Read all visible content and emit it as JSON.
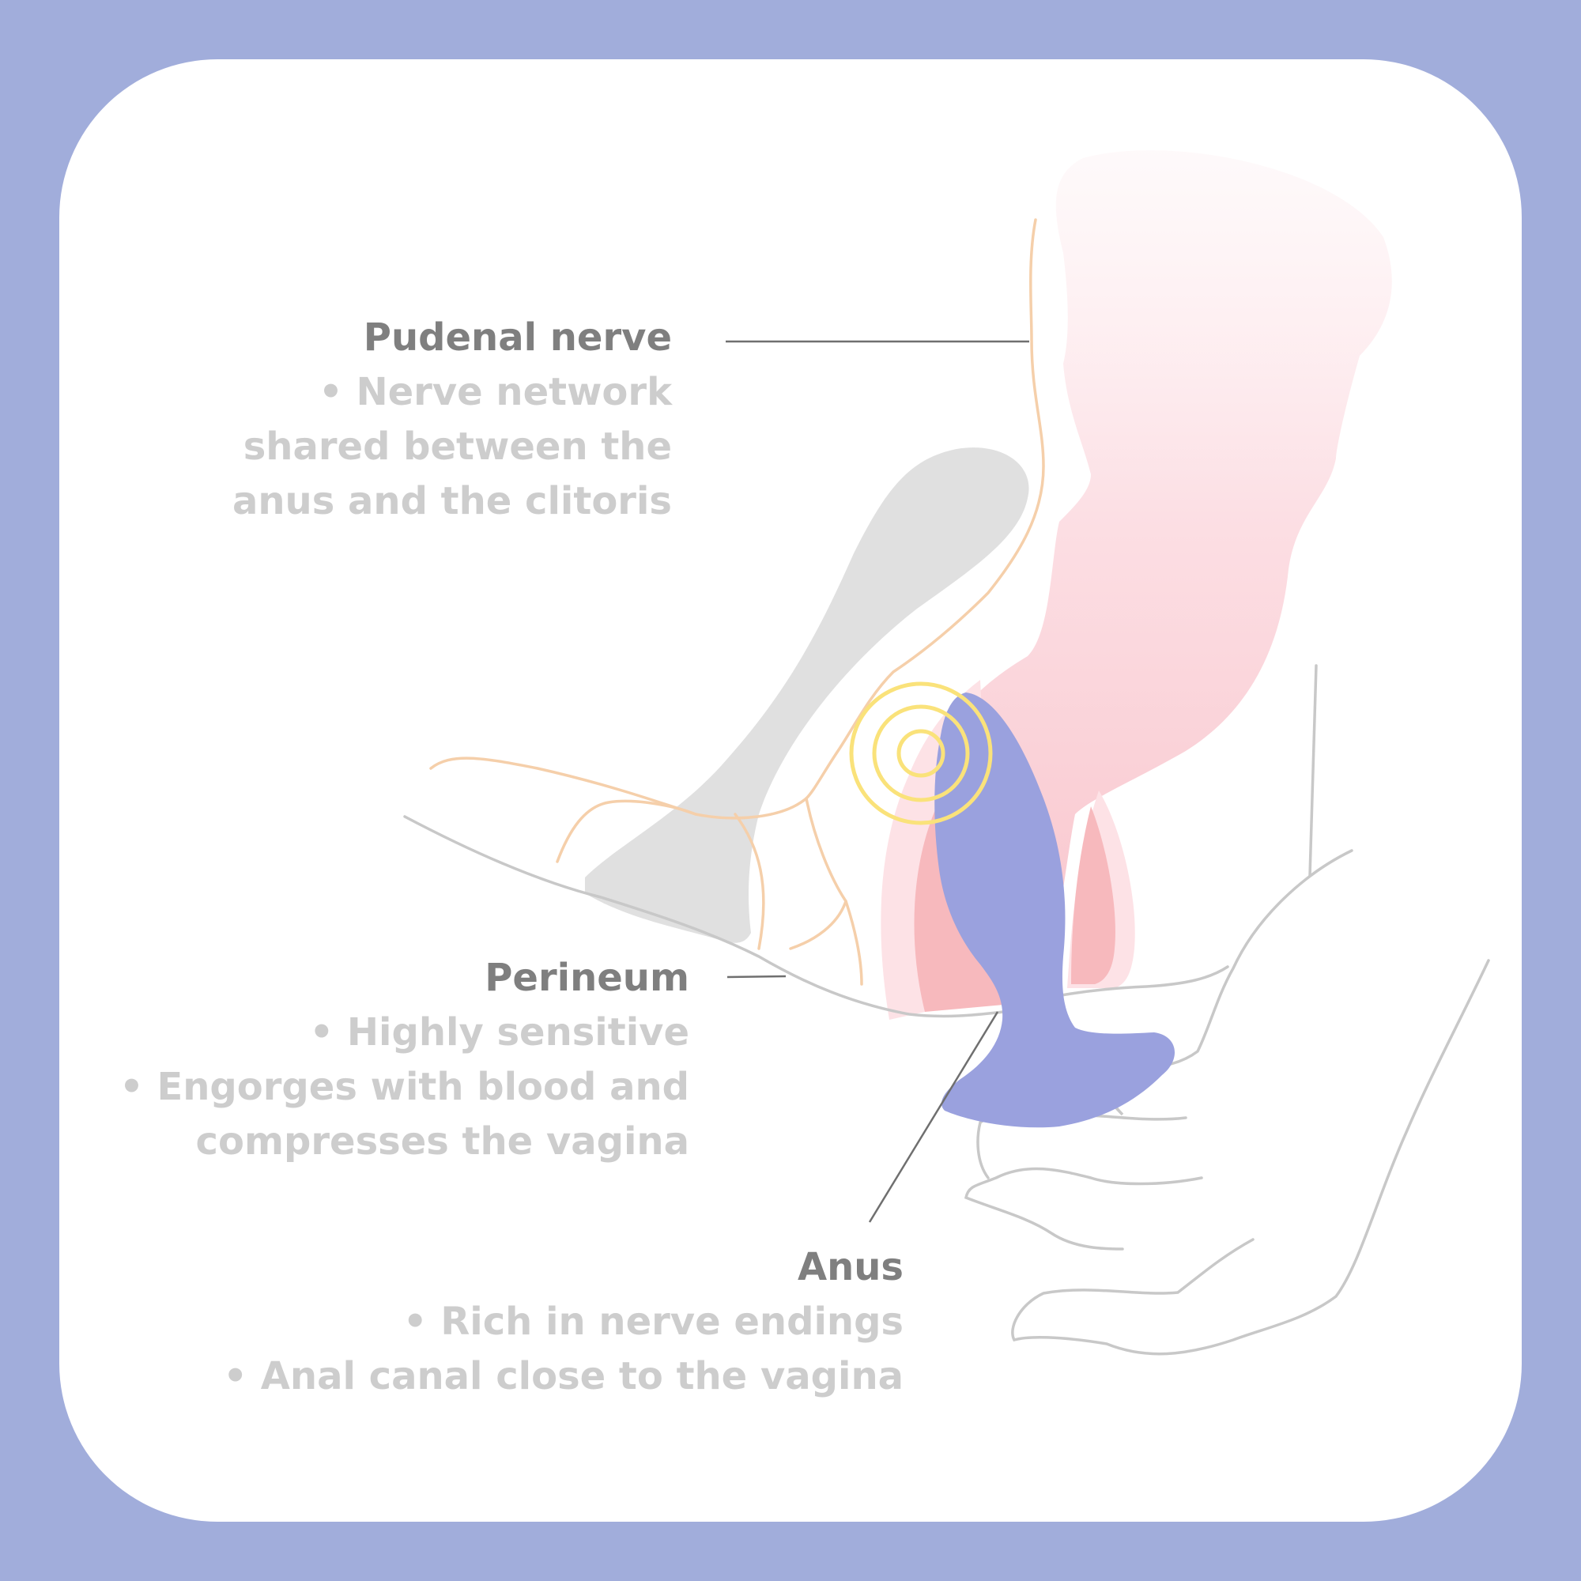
{
  "colors": {
    "frame_background": "#a1addb",
    "card_background": "#ffffff",
    "title_text": "#7f7f7f",
    "body_text": "#cdcdcd",
    "nerve_line": "#f5cfaa",
    "toy_fill": "#9aa1de",
    "rectum_pink": "#f7b9bd",
    "vibration_rings": "#fae27a",
    "outline_gray": "#c8c8c8",
    "leader_line": "#6f6f6f"
  },
  "labels": {
    "pudenal": {
      "title": "Pudenal nerve",
      "lines": [
        "• Nerve network",
        "shared between the",
        "anus and the clitoris"
      ]
    },
    "perineum": {
      "title": "Perineum",
      "lines": [
        "• Highly sensitive",
        "• Engorges with blood and",
        "compresses the vagina"
      ]
    },
    "anus": {
      "title": "Anus",
      "lines": [
        "• Rich in nerve endings",
        "• Anal canal close to the vagina"
      ]
    }
  }
}
